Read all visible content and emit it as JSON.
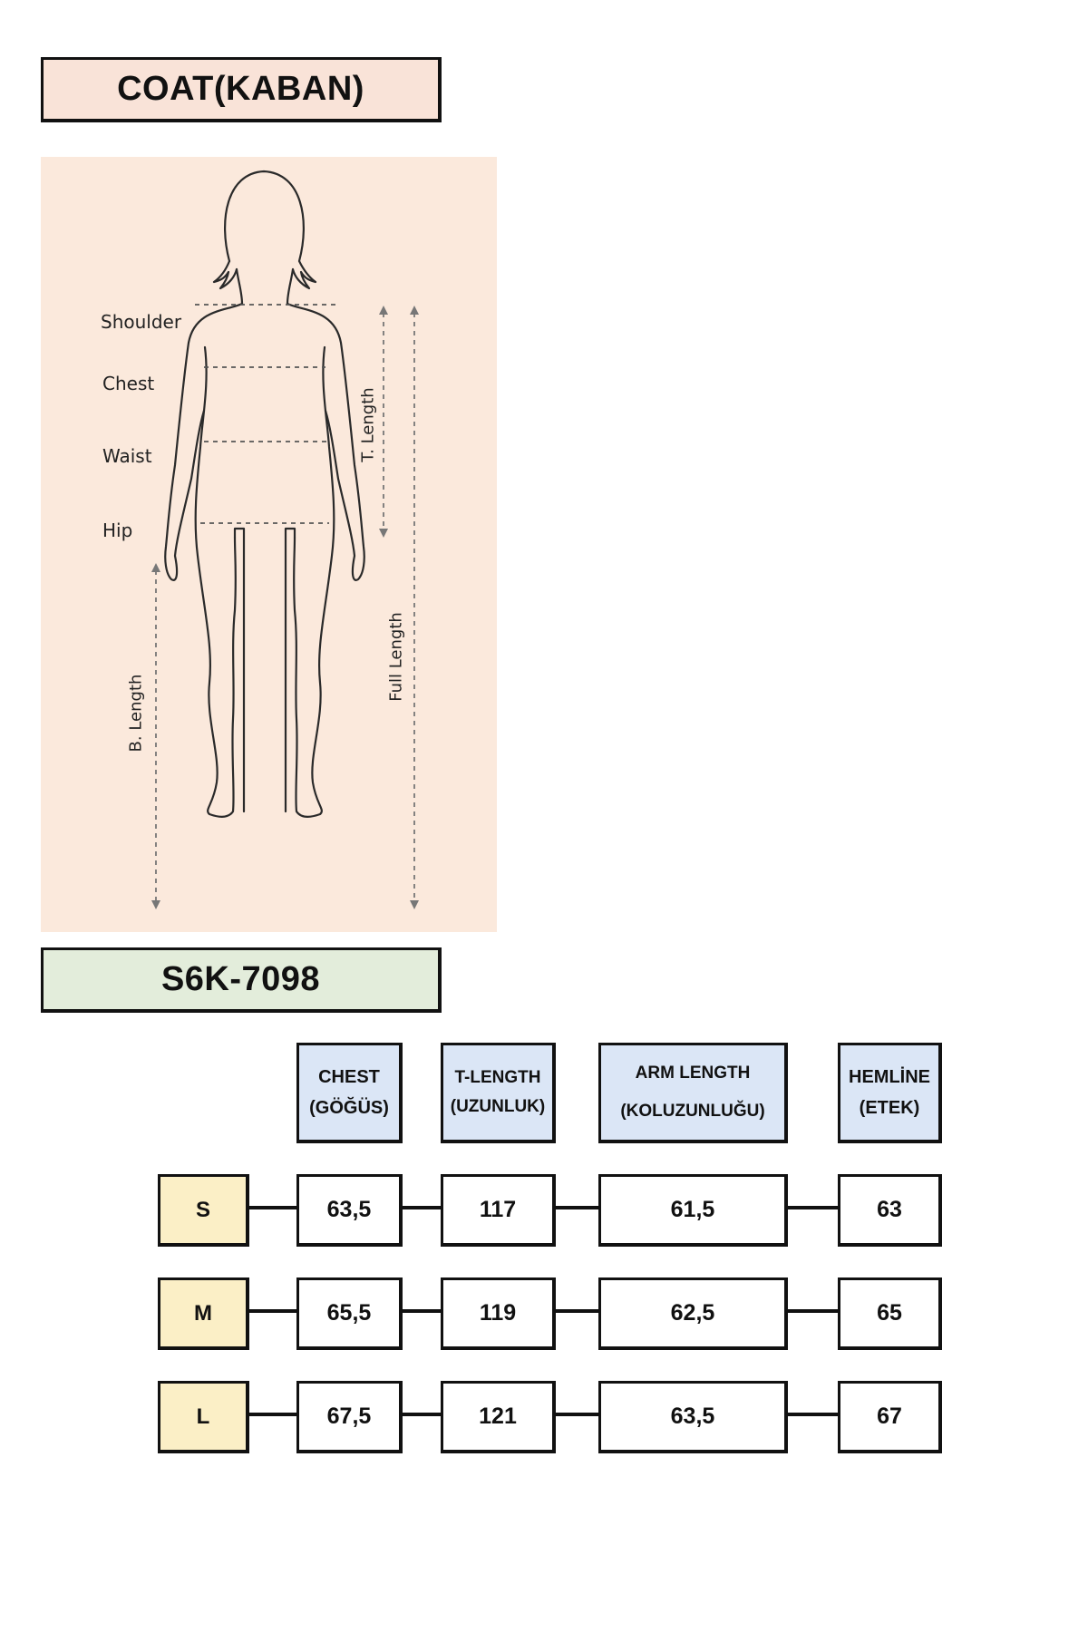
{
  "title": "COAT(KABAN)",
  "model_code": "S6K-7098",
  "figure": {
    "labels": {
      "shoulder": "Shoulder",
      "chest": "Chest",
      "waist": "Waist",
      "hip": "Hip",
      "t_length": "T. Length",
      "full_length": "Full Length",
      "b_length": "B. Length"
    }
  },
  "table": {
    "headers": [
      {
        "line1": "CHEST",
        "line2": "(GÖĞÜS)"
      },
      {
        "line1": "T-LENGTH",
        "line2": "(UZUNLUK)"
      },
      {
        "line1": "ARM LENGTH",
        "line2": "(KOLUZUNLUĞU)"
      },
      {
        "line1": "HEMLİNE",
        "line2": "(ETEK)"
      }
    ],
    "rows": [
      {
        "size": "S",
        "values": [
          "63,5",
          "117",
          "61,5",
          "63"
        ]
      },
      {
        "size": "M",
        "values": [
          "65,5",
          "119",
          "62,5",
          "65"
        ]
      },
      {
        "size": "L",
        "values": [
          "67,5",
          "121",
          "63,5",
          "67"
        ]
      }
    ]
  },
  "colors": {
    "title_bg": "#f9e3d8",
    "code_bg": "#e3eddb",
    "panel_bg": "#fbe9dc",
    "header_bg": "#dbe6f6",
    "size_bg": "#fbefc6"
  }
}
